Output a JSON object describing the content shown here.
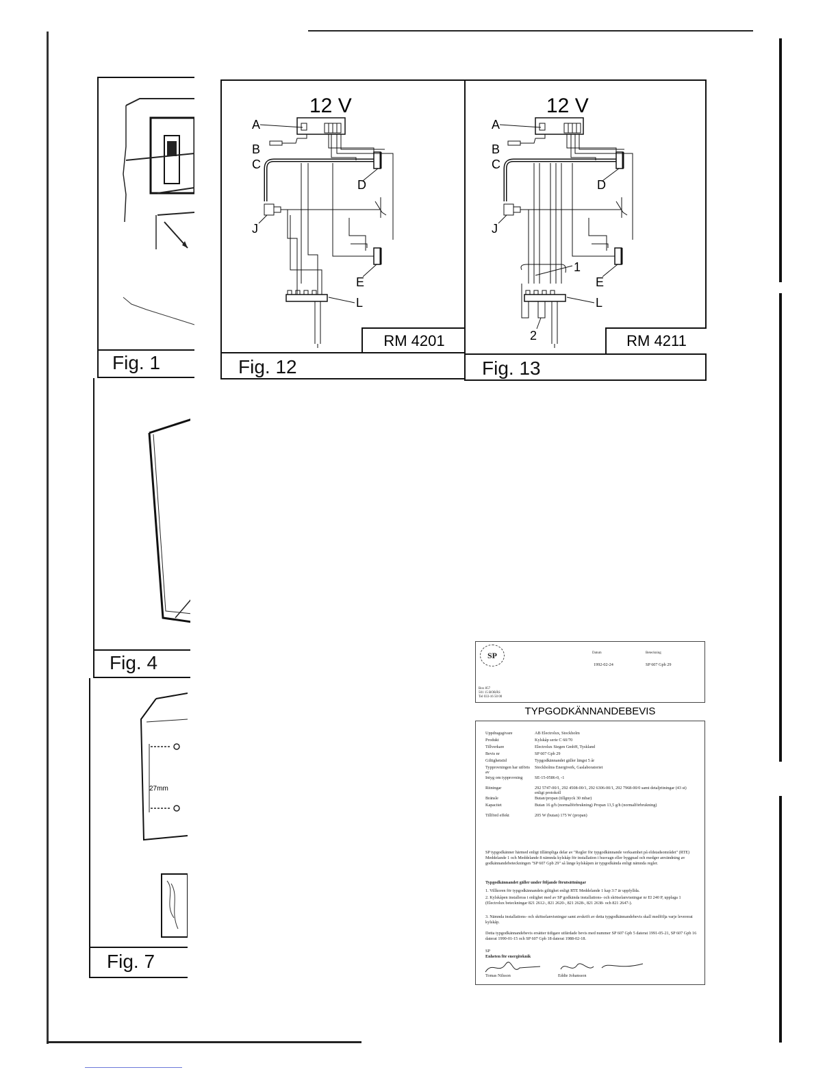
{
  "figures": {
    "fig1": "Fig. 1",
    "fig4": "Fig. 4",
    "fig7": "Fig. 7",
    "fig12": "Fig. 12",
    "fig13": "Fig. 13"
  },
  "fig7_measure": "27mm",
  "wiring": {
    "voltage": "12 V",
    "labels": {
      "A": "A",
      "B": "B",
      "C": "C",
      "D": "D",
      "E": "E",
      "J": "J",
      "L": "L",
      "n1": "1",
      "n2": "2"
    },
    "model_12": "RM 4201",
    "model_13": "RM 4211"
  },
  "certificate": {
    "header": {
      "logo": "SP",
      "date_label": "Datum",
      "date": "1992-02-24",
      "ref_label": "Beteckning",
      "ref": "SP 607 Gpb 29",
      "address": [
        "Box 857",
        "501 15 BORÅS",
        "Tel 033-16 50 00"
      ]
    },
    "title": "TYPGODKÄNNANDEBEVIS",
    "rows": [
      {
        "k": "Uppdragsgivare",
        "v": "AB Electrolux, Stockholm"
      },
      {
        "k": "Produkt",
        "v": "Kylskåp serie C 60/70"
      },
      {
        "k": "Tillverkare",
        "v": "Electrolux Siegen GmbH, Tyskland"
      },
      {
        "k": "Bevis nr",
        "v": "SP 607 Gpb 29"
      },
      {
        "k": "Giltighetstid",
        "v": "Typgodkännandet gäller längst 5 år"
      },
      {
        "k": "Typprovningen har utförts av",
        "v": "Stockholms Energiverk, Gaslaboratoriet"
      },
      {
        "k": "Intyg om typprovning",
        "v": "SE-15-0586-0, -1"
      },
      {
        "k": "Ritningar",
        "v": "292 5747-00/1, 292 4508-00/1, 292 6306-00/1, 292 7968-00/0 samt detaljritningar (43 st) enligt protokoll"
      },
      {
        "k": "Bränsle",
        "v": "Butan/propan (tillgnyck 30 mbar)"
      },
      {
        "k": "Kapacitet",
        "v": "Butan 16 g/h (normalförbrukning) Propan 13,5 g/h (normalförbrukning)"
      },
      {
        "k": "Tillförd effekt",
        "v": "205 W (butan) 175 W (propan)"
      }
    ],
    "body": "SP typgodkänner härmed enligt tillämpliga delar av \"Regler för typgodkännande verksamhet på eldstadsområdet\" (RTE) Meddelande 1 och Meddelande 8 nämnda kylskåp för installation i husvagn eller byggnad och medger användning av godkännandebeteckningen \"SP 607 Gpb 29\" så länge kylskåpen är typgodkända enligt nämnda regler.",
    "conditions_title": "Typgodkännandet gäller under följande förutsättningar",
    "conditions": [
      "1.  Villkoren för typgodkännandets giltighet enligt RTE Meddelande 1 kap 3:7 är uppfyllda.",
      "2.  Kylskåpen installeras i enlighet med av SP godkända installations- och skötselanvisningar nr EI 240 P, upplaga 1 (Electrolux beteckningar 821 2612-, 821 2620-, 821 2628-, 821 2638- och 821 2647-).",
      "3.  Nämnda installations- och skötselanvisningar samt avskrift av detta typgodkännandebevis skall medfölja varje levererat kylskåp."
    ],
    "replaces": "Detta typgodkännandebevis ersätter tidigare utfärdade bevis med nummer SP 607 Gpb 5 daterat 1991-05-21, SP 607 Gpb 16 daterat 1990-01-15 och SP 607 Gpb 18 daterat 1988-02-18.",
    "org": "SP",
    "section": "Enheten för energiteknik",
    "signers": [
      "Tomas Nilsson",
      "Eddie Johansson"
    ]
  }
}
